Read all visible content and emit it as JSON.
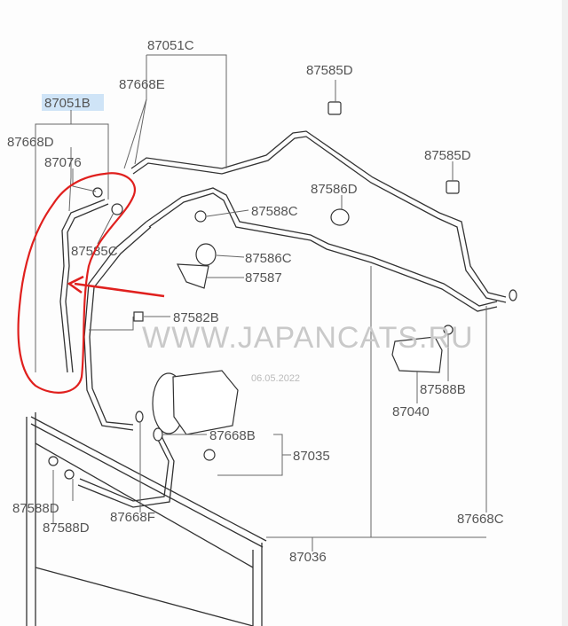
{
  "labels": {
    "l_87051C": "87051C",
    "l_87668E": "87668E",
    "l_87585D_top": "87585D",
    "l_87051B": "87051B",
    "l_87668D": "87668D",
    "l_87076": "87076",
    "l_87585D_right": "87585D",
    "l_87586D": "87586D",
    "l_87588C": "87588C",
    "l_87585C": "87585C",
    "l_87586C": "87586C",
    "l_87587": "87587",
    "l_87582B": "87582B",
    "l_87588B": "87588B",
    "l_87040": "87040",
    "l_87668B": "87668B",
    "l_87035": "87035",
    "l_87588D_a": "87588D",
    "l_87588D_b": "87588D",
    "l_87668F": "87668F",
    "l_87036": "87036",
    "l_87668C": "87668C"
  },
  "watermark": "WWW.JAPANCATS.RU",
  "date_stamp": "06.05.2022",
  "colors": {
    "annotation": "#e0201e",
    "highlight": "#cfe4f7"
  }
}
